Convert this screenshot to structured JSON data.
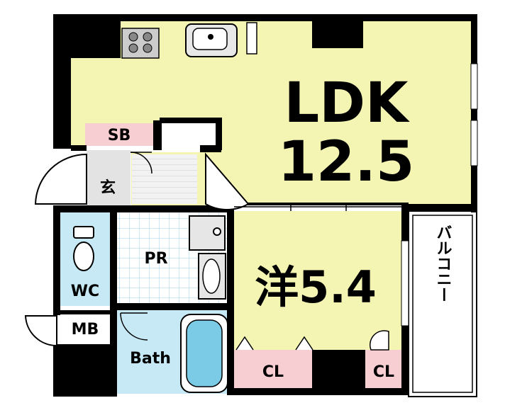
{
  "plan": {
    "rooms": {
      "ldk": {
        "name": "LDK",
        "size": "12.5"
      },
      "western": {
        "name": "洋",
        "size": "5.4"
      },
      "sb": "SB",
      "genkan": "玄",
      "pr": "PR",
      "wc": "WC",
      "mb": "MB",
      "bath": "Bath",
      "cl_left": "CL",
      "cl_right": "CL",
      "balcony": "バルコニー"
    },
    "colors": {
      "wall": "#000000",
      "ldk_floor": "#f5f5b3",
      "western_floor": "#f5f5b3",
      "storage_floor": "#f7cfd3",
      "wet_floor": "#c6e9f5",
      "pr_tile": "#bfe3f1",
      "genkan_floor": "#e3e3e3",
      "background": "#ffffff"
    }
  }
}
